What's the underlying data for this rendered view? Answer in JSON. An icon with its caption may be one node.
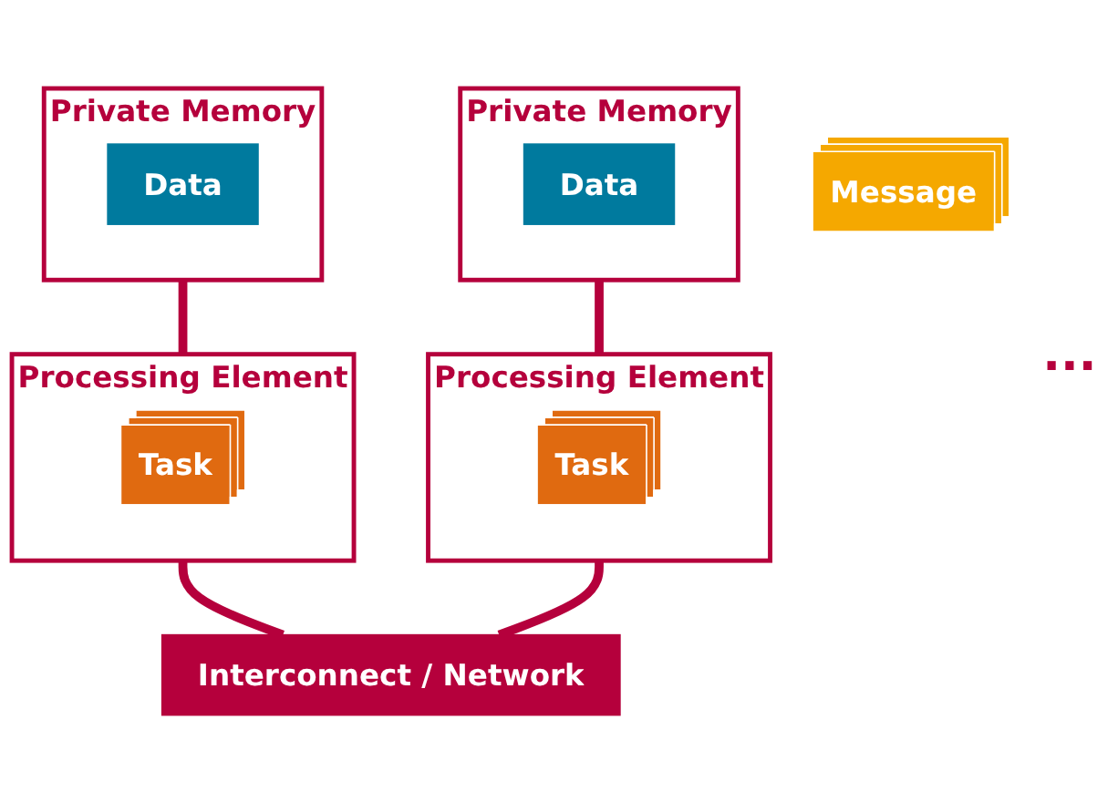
{
  "diagram": {
    "nodes": [
      {
        "text": [
          "Private Memory"
        ]
      },
      {
        "text": [
          "Data"
        ],
        "in": 0
      },
      {
        "text": [
          "Private Memory"
        ]
      },
      {
        "text": [
          "Data"
        ],
        "in": 2
      },
      {
        "text": [
          "Processing Element"
        ]
      },
      {
        "text": [
          "Task"
        ],
        "in": 4
      },
      {
        "text": [
          "Processing Element"
        ]
      },
      {
        "text": [
          "Task"
        ],
        "in": 6
      },
      {
        "text": [
          "Message"
        ]
      },
      {
        "text": [
          "Interconnect / Network"
        ]
      }
    ],
    "edges": [
      {
        "from": 0,
        "to": 4,
        "arrow": "none"
      },
      {
        "from": 2,
        "to": 6,
        "arrow": "none"
      },
      {
        "from": 4,
        "to": 9,
        "arrow": "none"
      },
      {
        "from": 6,
        "to": 9,
        "arrow": "none"
      }
    ],
    "labels": [
      "..."
    ]
  }
}
